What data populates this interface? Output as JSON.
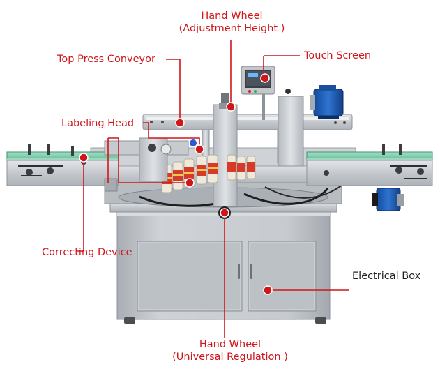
{
  "labels": {
    "hand_wheel_top_line1": "Hand Wheel",
    "hand_wheel_top_line2": "(Adjustment Height )",
    "top_press_conveyor": "Top Press Conveyor",
    "touch_screen": "Touch Screen",
    "labeling_head": "Labeling Head",
    "correcting_device": "Correcting Device",
    "electrical_box": "Electrical Box",
    "hand_wheel_bottom_line1": "Hand Wheel",
    "hand_wheel_bottom_line2": "(Universal Regulation )"
  },
  "colors": {
    "callout_red": "#d0161b",
    "label_dark": "#1f1f1f",
    "steel": "#c9ccd0",
    "steel_dark": "#9aa0a6",
    "conveyor_green": "#6fc9a5",
    "motor_blue": "#1d5bb3",
    "bottle_label": "#d83a2a"
  },
  "icons": {
    "callout_marker": "red-dot-marker"
  }
}
